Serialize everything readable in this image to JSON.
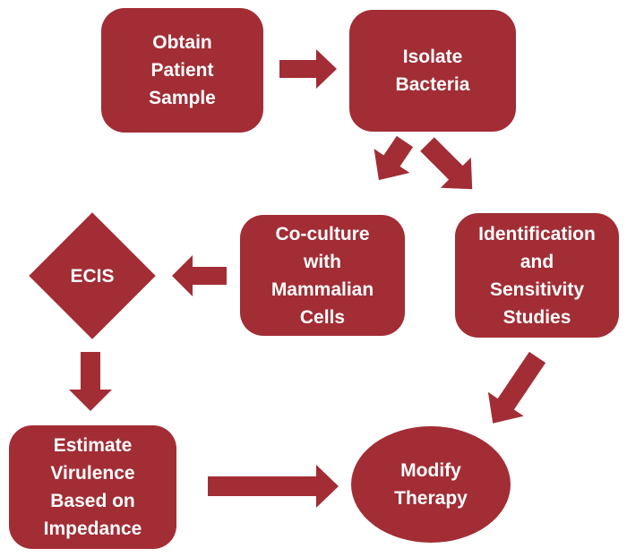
{
  "colors": {
    "shape": "#A22D35",
    "text": "#FFFFFF",
    "background": "#FFFFFF"
  },
  "nodes": {
    "obtain": {
      "label": "Obtain Patient Sample",
      "shape": "rounded-rectangle",
      "lines": [
        "Obtain",
        "Patient",
        "Sample"
      ]
    },
    "isolate": {
      "label": "Isolate Bacteria",
      "shape": "rounded-rectangle",
      "lines": [
        "Isolate",
        "Bacteria"
      ]
    },
    "coculture": {
      "label": "Co-culture with Mammalian Cells",
      "shape": "rounded-rectangle",
      "lines": [
        "Co-culture",
        "with",
        "Mammalian",
        "Cells"
      ]
    },
    "identification": {
      "label": "Identification and Sensitivity Studies",
      "shape": "rounded-rectangle",
      "lines": [
        "Identification",
        "and",
        "Sensitivity",
        "Studies"
      ]
    },
    "ecis": {
      "label": "ECIS",
      "shape": "diamond",
      "lines": [
        "ECIS"
      ]
    },
    "estimate": {
      "label": "Estimate Virulence Based on Impedance",
      "shape": "rounded-rectangle",
      "lines": [
        "Estimate",
        "Virulence",
        "Based on",
        "Impedance"
      ]
    },
    "modify": {
      "label": "Modify Therapy",
      "shape": "ellipse",
      "lines": [
        "Modify",
        "Therapy"
      ]
    }
  },
  "edges": [
    {
      "from": "obtain",
      "to": "isolate"
    },
    {
      "from": "isolate",
      "to": "coculture"
    },
    {
      "from": "isolate",
      "to": "identification"
    },
    {
      "from": "coculture",
      "to": "ecis"
    },
    {
      "from": "ecis",
      "to": "estimate"
    },
    {
      "from": "estimate",
      "to": "modify"
    },
    {
      "from": "identification",
      "to": "modify"
    }
  ]
}
